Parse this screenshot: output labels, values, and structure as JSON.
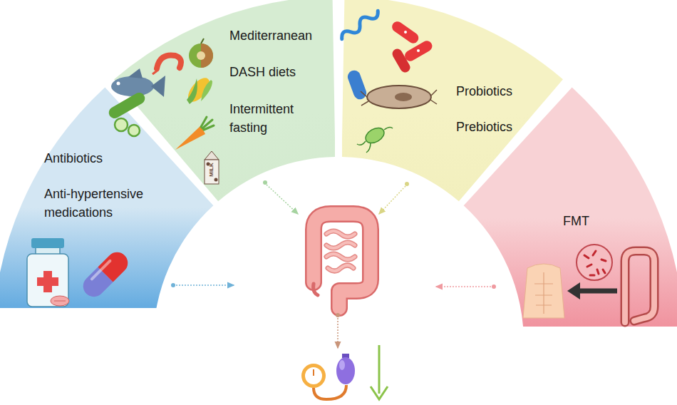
{
  "diagram": {
    "nodes": [
      {
        "text": [
          "Antibiotics",
          "Anti-hypertensive medications"
        ]
      },
      {
        "text": [
          "Mediterranean",
          "DASH diets",
          "Intermittent fasting"
        ]
      },
      {
        "text": [
          "Probiotics",
          "Prebiotics"
        ]
      },
      {
        "text": [
          "FMT"
        ]
      }
    ],
    "labels": [
      "MILK"
    ]
  }
}
